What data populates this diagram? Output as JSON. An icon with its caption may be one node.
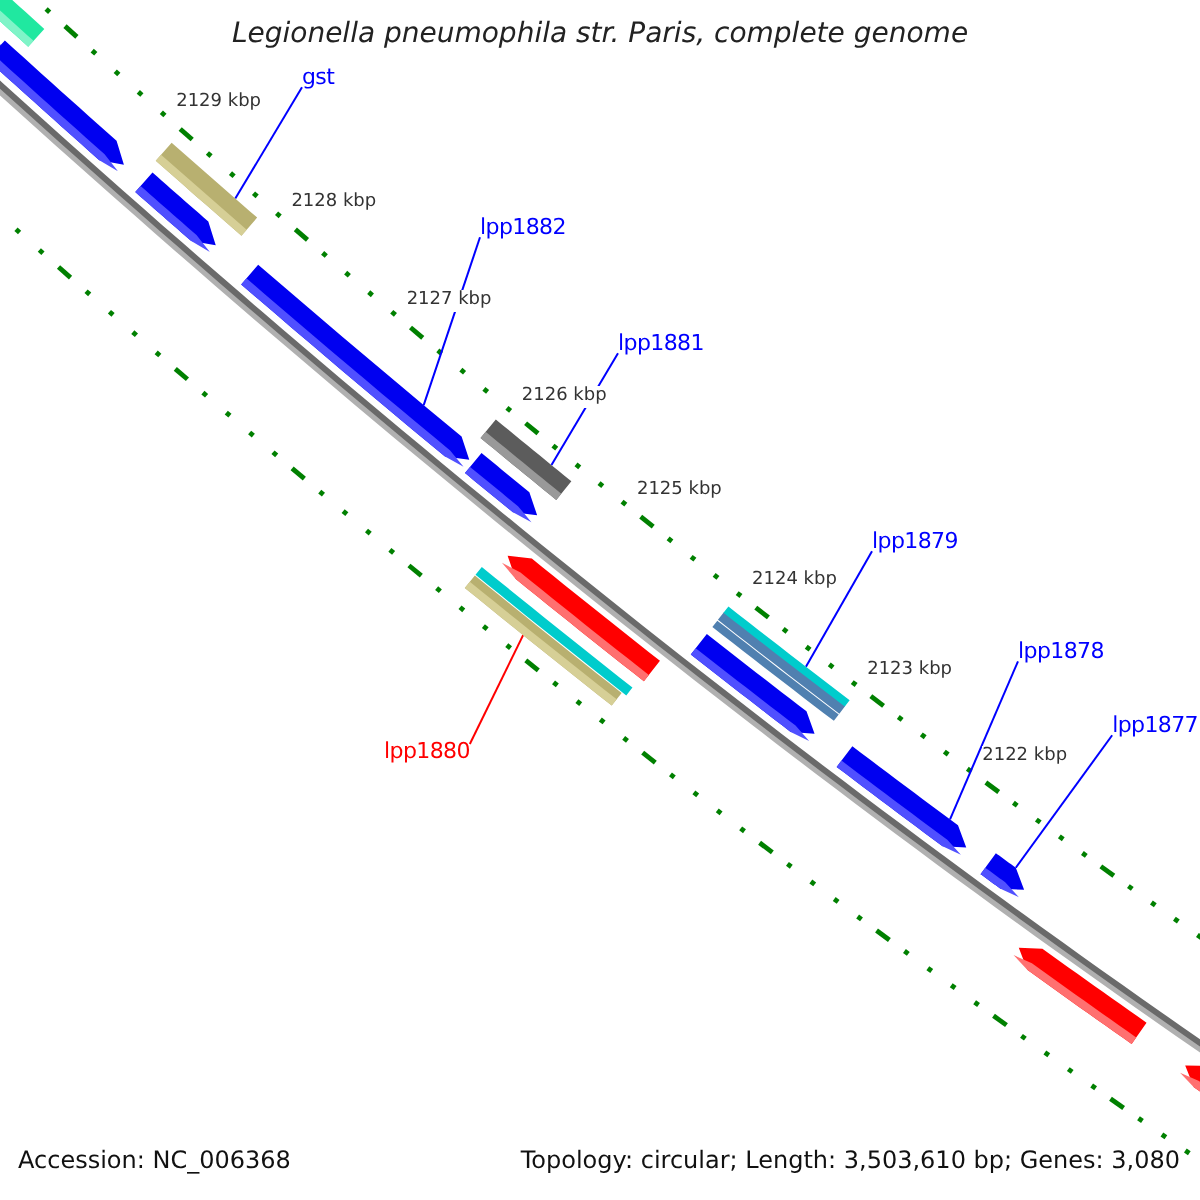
{
  "diagram": {
    "title": "Legionella pneumophila str. Paris, complete genome",
    "nodes": [
      {
        "text": [],
        "shape": "bar"
      },
      {
        "text": [],
        "shape": "arrow"
      },
      {
        "text": [],
        "shape": "arrow"
      },
      {
        "text": [
          "gst"
        ]
      },
      {
        "text": [],
        "shape": "bar"
      },
      {
        "text": [],
        "shape": "arrow"
      },
      {
        "text": [
          "lpp1882"
        ]
      },
      {
        "text": [],
        "shape": "arrow"
      },
      {
        "text": [
          "lpp1881"
        ]
      },
      {
        "text": [],
        "shape": "bar"
      },
      {
        "text": [],
        "shape": "arrow"
      },
      {
        "text": [
          "lpp1880"
        ]
      },
      {
        "text": [],
        "shape": "arrow"
      },
      {
        "text": [],
        "shape": "bar"
      },
      {
        "text": [
          "lpp1879"
        ]
      },
      {
        "text": [],
        "shape": "bar"
      },
      {
        "text": [],
        "shape": "arrow"
      },
      {
        "text": [
          "lpp1878"
        ]
      },
      {
        "text": [],
        "shape": "arrow"
      },
      {
        "text": [
          "lpp1877"
        ]
      },
      {
        "text": [],
        "shape": "arrow"
      },
      {
        "text": [],
        "shape": "arrow"
      },
      {
        "text": [],
        "shape": "arrow"
      }
    ],
    "edges": [
      {
        "from": 3,
        "to": 4,
        "arrow": "none"
      },
      {
        "from": 6,
        "to": 7,
        "arrow": "none"
      },
      {
        "from": 8,
        "to": 9,
        "arrow": "none"
      },
      {
        "from": 11,
        "to": 13,
        "arrow": "none",
        "color": "#ff0000"
      },
      {
        "from": 14,
        "to": 15,
        "arrow": "none"
      },
      {
        "from": 17,
        "to": 18,
        "arrow": "none"
      },
      {
        "from": 19,
        "to": 20,
        "arrow": "none"
      }
    ],
    "labels": [
      "2129 kbp",
      "2128 kbp",
      "2127 kbp",
      "2126 kbp",
      "2125 kbp",
      "2124 kbp",
      "2123 kbp",
      "2122 kbp",
      "Accession: NC_006368",
      "Topology: circular; Length: 3,503,610 bp; Genes: 3,080"
    ]
  }
}
